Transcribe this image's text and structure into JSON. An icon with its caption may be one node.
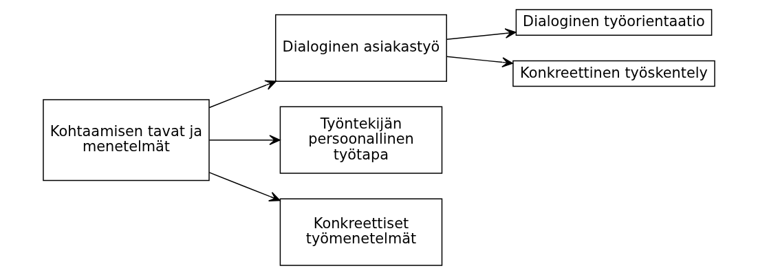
{
  "diagram": {
    "nodes": [
      {
        "text": [
          "Kohtaamisen tavat ja menetelmät"
        ]
      },
      {
        "text": [
          "Dialoginen asiakastyö"
        ]
      },
      {
        "text": [
          "Työntekijän persoonallinen työtapa"
        ]
      },
      {
        "text": [
          "Konkreettiset työmenetelmät"
        ]
      },
      {
        "text": [
          "Dialoginen työorientaatio"
        ]
      },
      {
        "text": [
          "Konkreettinen työskentely"
        ]
      }
    ],
    "edges": [
      {
        "from": 0,
        "to": 1,
        "arrow": "to"
      },
      {
        "from": 0,
        "to": 2,
        "arrow": "to"
      },
      {
        "from": 0,
        "to": 3,
        "arrow": "to"
      },
      {
        "from": 1,
        "to": 4,
        "arrow": "to"
      },
      {
        "from": 1,
        "to": 5,
        "arrow": "to"
      }
    ]
  }
}
